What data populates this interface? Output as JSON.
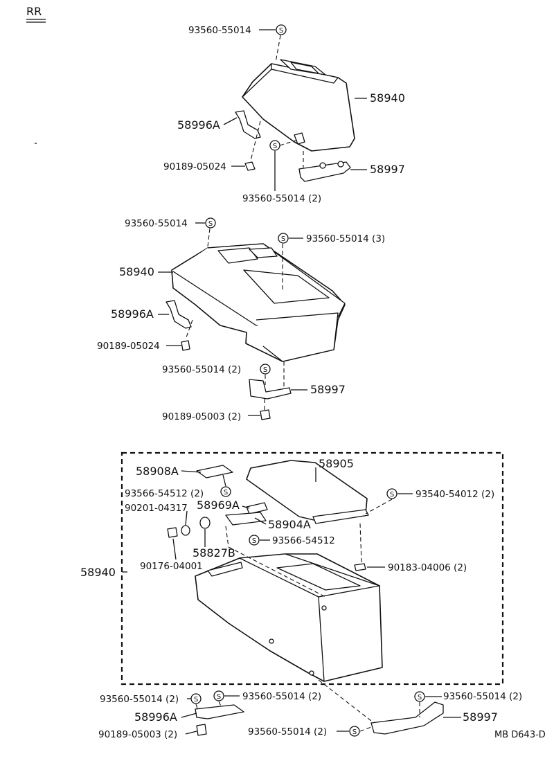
{
  "header": {
    "title": "RR"
  },
  "footer": {
    "code": "MB D643-D"
  },
  "symbol": "S",
  "labels": {
    "a1": "93560-55014",
    "a2": "58940",
    "a3": "58996A",
    "a4": "90189-05024",
    "a5": "93560-55014 (2)",
    "a6": "58997",
    "b1": "93560-55014",
    "b2": "93560-55014 (3)",
    "b3": "58940",
    "b4": "58996A",
    "b5": "90189-05024",
    "b6": "93560-55014 (2)",
    "b7": "58997",
    "b8": "90189-05003 (2)",
    "c1": "58908A",
    "c2": "58905",
    "c3": "93566-54512 (2)",
    "c4": "58969A",
    "c5": "93540-54012 (2)",
    "c6": "90201-04317",
    "c7": "58904A",
    "c8": "93566-54512",
    "c9": "58827B",
    "c10": "58940",
    "c11": "90176-04001",
    "c12": "90183-04006 (2)",
    "d1": "93560-55014 (2)",
    "d2": "93560-55014 (2)",
    "d3": "93560-55014 (2)",
    "d4": "58996A",
    "d5": "58997",
    "d6": "90189-05003 (2)",
    "d7": "93560-55014 (2)"
  }
}
